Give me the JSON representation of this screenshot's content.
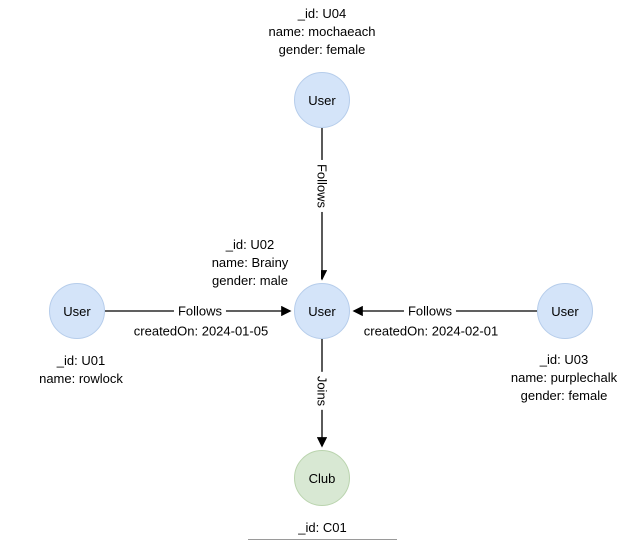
{
  "colors": {
    "user_node_fill": "#d4e4f9",
    "user_node_border": "#b6cdeb",
    "club_node_fill": "#d8e8d3",
    "club_node_border": "#bad4ae",
    "edge_color": "#000000",
    "label_background": "#ffffff"
  },
  "nodes": {
    "user_top": {
      "label": "User"
    },
    "user_center": {
      "label": "User"
    },
    "user_left": {
      "label": "User"
    },
    "user_right": {
      "label": "User"
    },
    "club": {
      "label": "Club"
    }
  },
  "properties": {
    "u04": {
      "id": "_id: U04",
      "name": "name: mochaeach",
      "gender": "gender: female"
    },
    "u02": {
      "id": "_id: U02",
      "name": "name: Brainy",
      "gender": "gender: male"
    },
    "u01": {
      "id": "_id: U01",
      "name": "name: rowlock"
    },
    "u03": {
      "id": "_id: U03",
      "name": "name: purplechalk",
      "gender": "gender: female"
    },
    "c01": {
      "id": "_id: C01"
    }
  },
  "edges": {
    "follows_top": {
      "label": "Follows"
    },
    "follows_left": {
      "label": "Follows",
      "created_on": "createdOn: 2024-01-05"
    },
    "follows_right": {
      "label": "Follows",
      "created_on": "createdOn: 2024-02-01"
    },
    "joins": {
      "label": "Joins"
    }
  }
}
